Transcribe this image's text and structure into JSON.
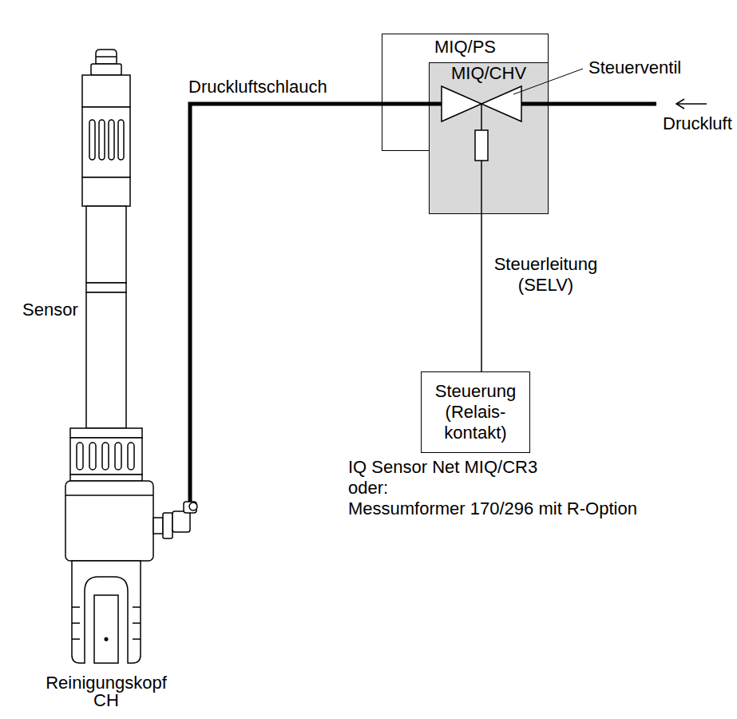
{
  "diagram": {
    "nodes": [
      {
        "text": [
          "Sensor",
          "Reinigungskopf CH"
        ]
      },
      {
        "text": [
          "MIQ/PS"
        ]
      },
      {
        "text": [
          "MIQ/CHV"
        ]
      },
      {
        "text": [
          "Steuerung (Relais- kontakt)"
        ]
      }
    ],
    "edges": [
      {
        "from": 0,
        "to": 2,
        "arrow": "none",
        "label": "Druckluftschlauch"
      },
      {
        "from": 2,
        "to": 3,
        "arrow": "none",
        "label": "Steuerleitung (SELV)"
      }
    ],
    "labels": [
      "Steuerventil",
      "Druckluft",
      "IQ Sensor Net MIQ/CR3",
      "oder:",
      "Messumformer 170/296 mit R-Option"
    ]
  }
}
